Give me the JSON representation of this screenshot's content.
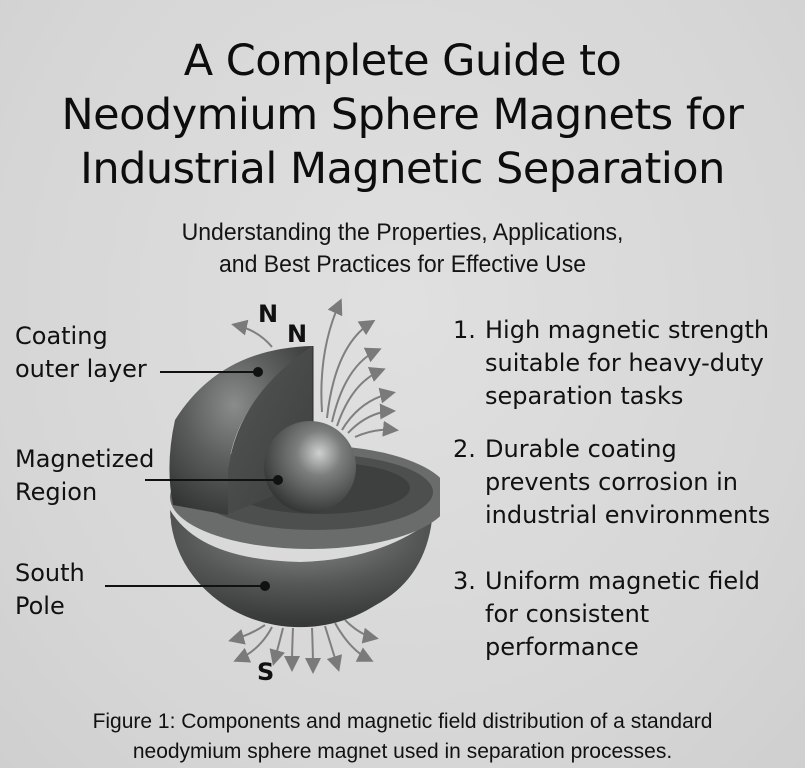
{
  "title": {
    "lines": [
      "A Complete Guide to",
      "Neodymium Sphere Magnets for",
      "Industrial Magnetic Separation"
    ]
  },
  "subtitle": {
    "lines": [
      "Understanding the Properties, Applications,",
      "and Best Practices for Effective Use"
    ]
  },
  "diagram": {
    "pole_labels": {
      "north_1": "N",
      "north_2": "N",
      "south": "S"
    },
    "callouts": [
      {
        "name": "coating",
        "line1": "Coating",
        "line2": "outer layer"
      },
      {
        "name": "magnetized-region",
        "line1": "Magnetized",
        "line2": "Region"
      },
      {
        "name": "south-pole",
        "line1": "South",
        "line2": "Pole"
      }
    ],
    "colors": {
      "background": "#d9d9d9",
      "shell_dark": "#3a3c3b",
      "shell_mid": "#6b6d6c",
      "cut_face": "#4a4c4b",
      "field_lines": "#7a7a7a"
    }
  },
  "features": [
    {
      "num": "1.",
      "text": "High magnetic strength\nsuitable for heavy-duty\nseparation tasks"
    },
    {
      "num": "2.",
      "text": "Durable coating\nprevents corrosion in\nindustrial environments"
    },
    {
      "num": "3.",
      "text": "Uniform magnetic field\nfor consistent\nperformance"
    }
  ],
  "caption": {
    "lines": [
      "Figure 1: Components and magnetic field distribution of a standard",
      "neodymium sphere magnet used in separation processes."
    ]
  }
}
